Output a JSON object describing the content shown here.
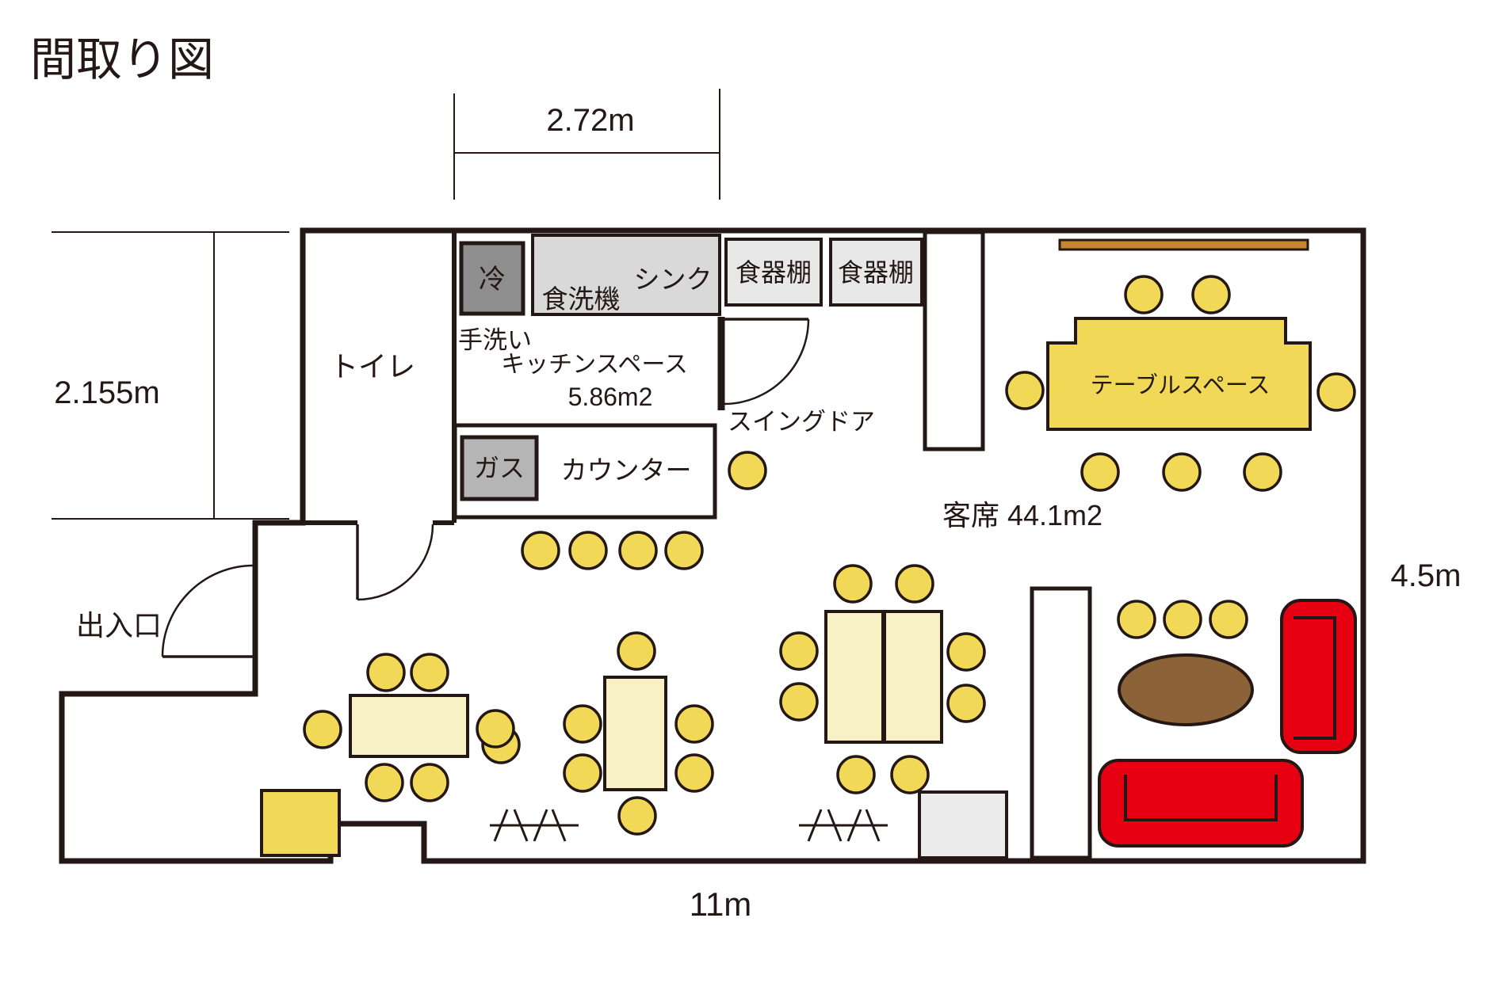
{
  "title": "間取り図",
  "dimensions": {
    "top_width": "2.72m",
    "left_height": "2.155m",
    "right_height": "4.5m",
    "bottom_width": "11m"
  },
  "rooms": {
    "toilet": "トイレ",
    "kitchen_name": "キッチンスペース",
    "kitchen_area": "5.86m2",
    "hand_wash": "手洗い",
    "seating_area": "客席 44.1m2",
    "table_space": "テーブルスペース"
  },
  "fixtures": {
    "fridge": "冷",
    "dishwasher": "食洗機",
    "sink": "シンク",
    "cupboard_1": "食器棚",
    "cupboard_2": "食器棚",
    "gas": "ガス",
    "counter": "カウンター",
    "swing_door": "スイングドア",
    "entrance": "出入口"
  },
  "colors": {
    "line": "#231815",
    "chair_yellow": "#F2D857",
    "table_pale": "#F7F1C5",
    "fridge_gray": "#8E8E8E",
    "gas_gray": "#B5B5B5",
    "sink_gray": "#D9D9D9",
    "cupboard_gray": "#E8E8E8",
    "small_box_gray": "#EBEBEB",
    "sofa_red": "#E60012",
    "table_brown": "#8C6239",
    "bar_brown": "#C6862E"
  }
}
